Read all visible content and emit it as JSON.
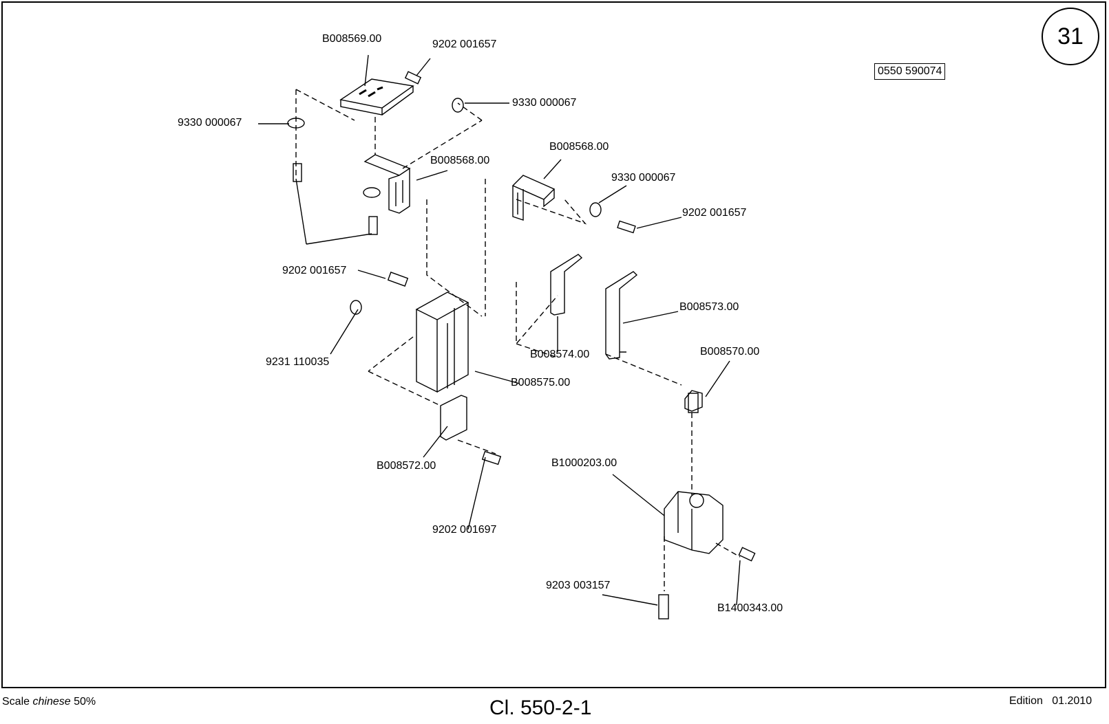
{
  "page_number": "31",
  "reference_box": "0550 590074",
  "part_labels": [
    "B008569.00",
    "9202 001657",
    "9330 000067",
    "9330 000067",
    "B008568.00",
    "B008568.00",
    "9330 000067",
    "9202 001657",
    "9202 001657",
    "9231 110035",
    "B008574.00",
    "B008573.00",
    "B008570.00",
    "B008575.00",
    "B008572.00",
    "B1000203.00",
    "9202 001697",
    "9203 003157",
    "B1400343.00"
  ],
  "footer": {
    "scale_label": "Scale",
    "language": "chinese",
    "scale_value": "50%",
    "class": "Cl. 550-2-1",
    "edition_label": "Edition",
    "edition_date": "01.2010"
  }
}
